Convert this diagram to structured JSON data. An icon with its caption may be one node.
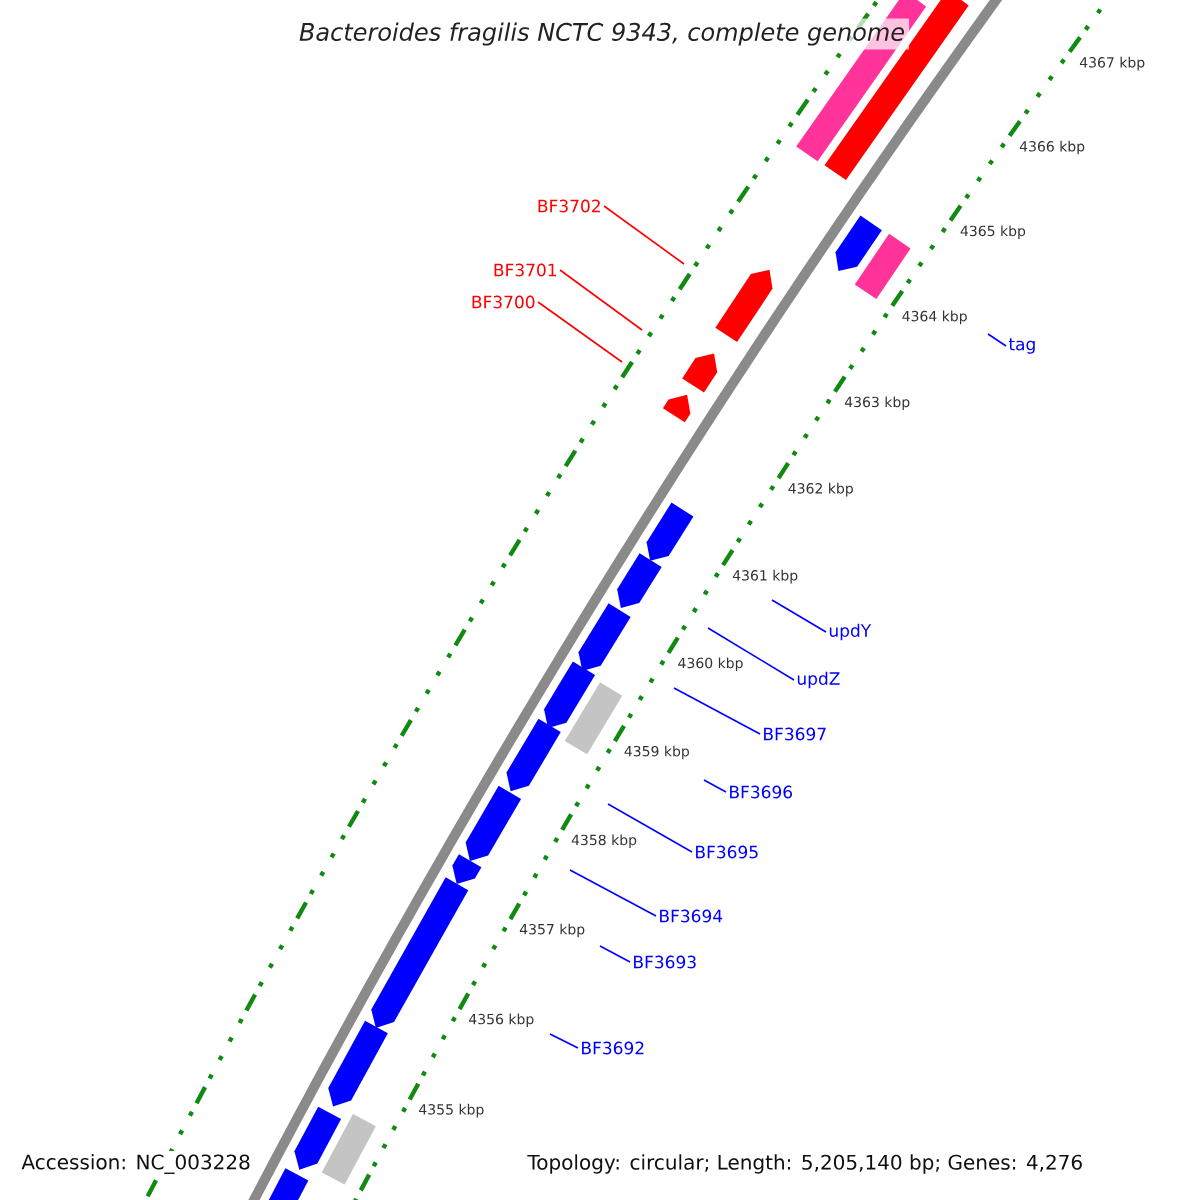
{
  "diagram": {
    "title": "Bacteroides fragilis NCTC 9343, complete genome",
    "nodes": [
      {
        "text": [
          "BF3702"
        ]
      },
      {
        "text": [
          "BF3701"
        ]
      },
      {
        "text": [
          "BF3700"
        ]
      },
      {
        "text": [
          "tag"
        ]
      },
      {
        "text": [
          "updY"
        ]
      },
      {
        "text": [
          "updZ"
        ]
      },
      {
        "text": [
          "BF3697"
        ]
      },
      {
        "text": [
          "BF3696"
        ]
      },
      {
        "text": [
          "BF3695"
        ]
      },
      {
        "text": [
          "BF3694"
        ]
      },
      {
        "text": [
          "BF3693"
        ]
      },
      {
        "text": [
          "BF3692"
        ]
      }
    ],
    "edges": [
      {
        "from": 0,
        "to": null,
        "arrow": "none",
        "color": "#ff0000"
      },
      {
        "from": 1,
        "to": null,
        "arrow": "none",
        "color": "#ff0000"
      },
      {
        "from": 2,
        "to": null,
        "arrow": "none",
        "color": "#ff0000"
      },
      {
        "from": 3,
        "to": null,
        "arrow": "none"
      },
      {
        "from": 4,
        "to": null,
        "arrow": "none"
      },
      {
        "from": 5,
        "to": null,
        "arrow": "none"
      },
      {
        "from": 6,
        "to": null,
        "arrow": "none"
      },
      {
        "from": 7,
        "to": null,
        "arrow": "none"
      },
      {
        "from": 8,
        "to": null,
        "arrow": "none"
      },
      {
        "from": 9,
        "to": null,
        "arrow": "none"
      },
      {
        "from": 10,
        "to": null,
        "arrow": "none"
      },
      {
        "from": 11,
        "to": null,
        "arrow": "none"
      }
    ],
    "labels": [
      "4367 kbp",
      "4366 kbp",
      "4365 kbp",
      "4364 kbp",
      "4363 kbp",
      "4362 kbp",
      "4361 kbp",
      "4360 kbp",
      "4359 kbp",
      "4358 kbp",
      "4357 kbp",
      "4356 kbp",
      "4355 kbp",
      "Accession: NC_003228",
      "Topology: circular; Length: 5,205,140 bp; Genes: 4,276"
    ]
  }
}
